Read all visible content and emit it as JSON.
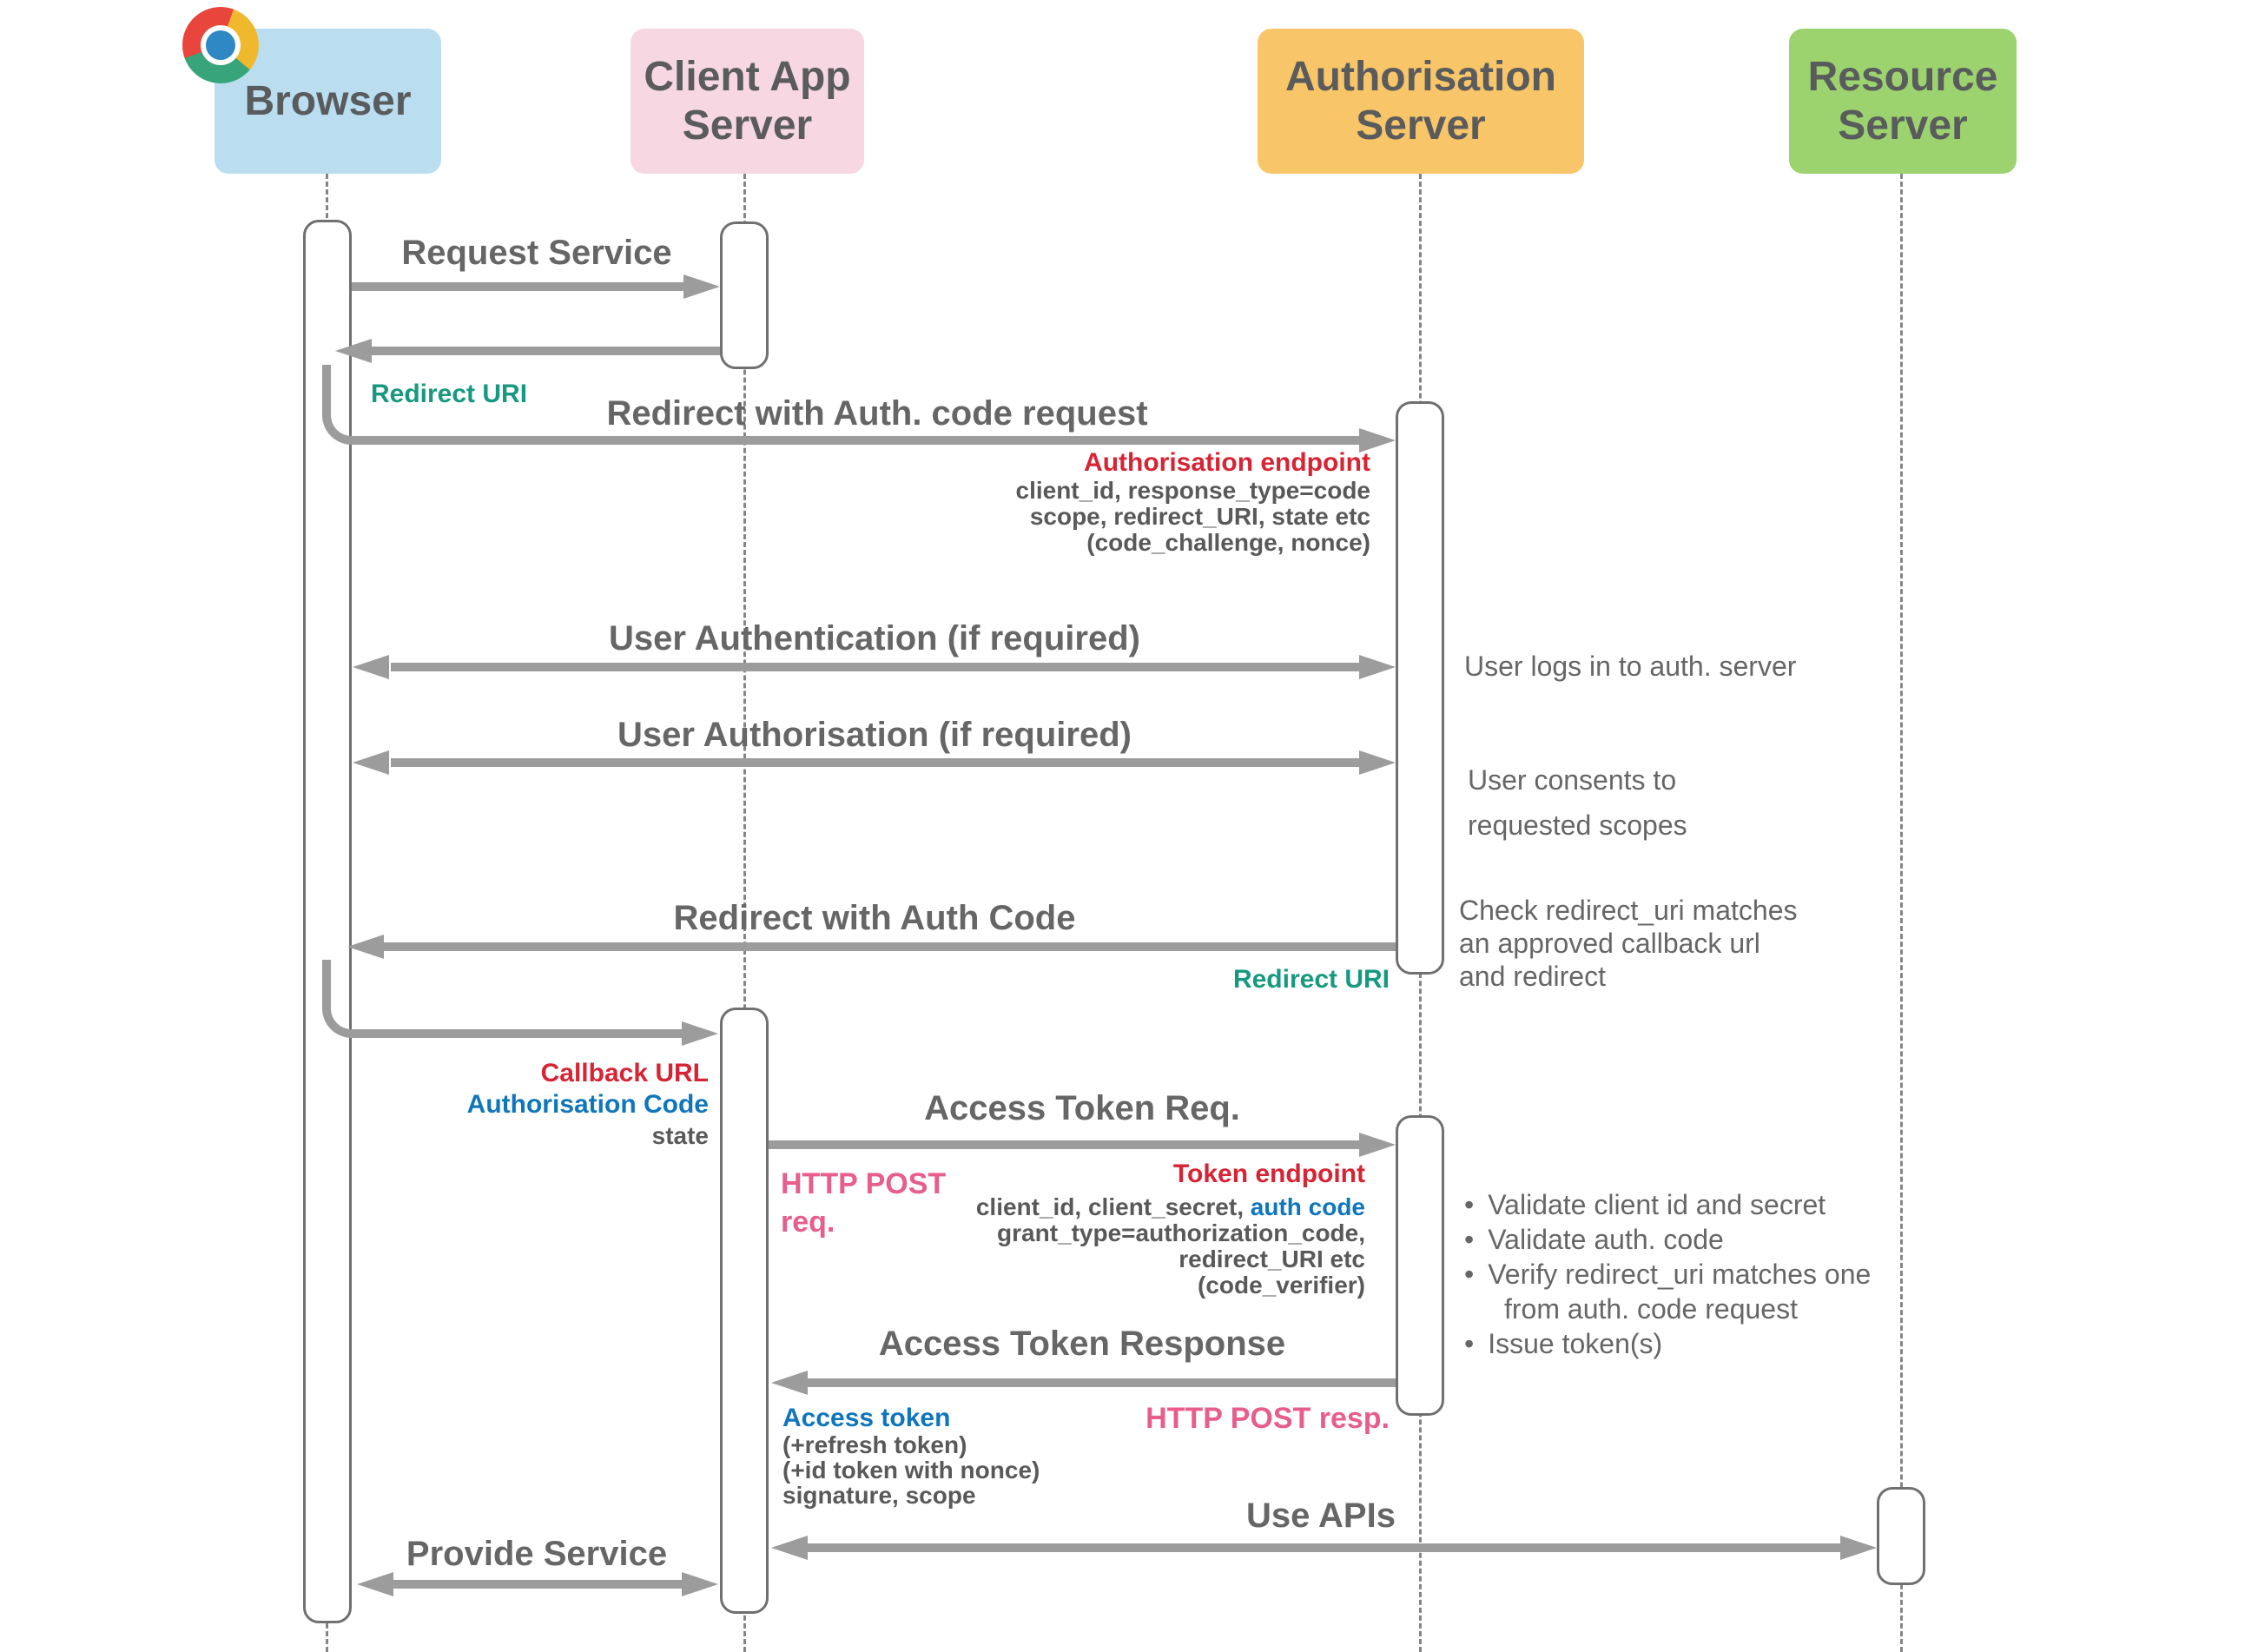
{
  "actors": {
    "browser": "Browser",
    "client_app_server": "Client App Server",
    "authorisation_server": "Authorisation Server",
    "resource_server": "Resource Server"
  },
  "colors": {
    "browser_fill": "#badef0",
    "client_fill": "#f7d7e2",
    "auth_fill": "#f8c569",
    "resource_fill": "#9cd36e",
    "arrow_gray": "#9c9c9c",
    "annotation_red": "#d62434",
    "annotation_green": "#17997f",
    "annotation_blue": "#0f76bc",
    "annotation_pink": "#e75d8c"
  },
  "messages": {
    "request_service": "Request Service",
    "redirect_uri": "Redirect URI",
    "redirect_auth_code_request": "Redirect with Auth. code request",
    "user_authentication": "User Authentication (if required)",
    "user_authorisation": "User Authorisation (if required)",
    "redirect_with_auth_code": "Redirect with Auth Code",
    "access_token_req": "Access Token Req.",
    "access_token_response": "Access Token Response",
    "use_apis": "Use APIs",
    "provide_service": "Provide Service"
  },
  "annotations": {
    "authorisation_endpoint": "Authorisation endpoint",
    "auth_endpoint_params": [
      "client_id, response_type=code",
      "scope, redirect_URI, state etc",
      "(code_challenge, nonce)"
    ],
    "redirect_uri_right": "Redirect URI",
    "callback_url": "Callback URL",
    "authorisation_code": "Authorisation Code",
    "state": "state",
    "http_post_req_line1": "HTTP POST",
    "http_post_req_line2": "req.",
    "token_endpoint": "Token endpoint",
    "token_params_prefix": "client_id, client_secret, ",
    "token_params_auth_code": "auth code",
    "token_params_lines": [
      "grant_type=authorization_code,",
      "redirect_URI etc",
      "(code_verifier)"
    ],
    "http_post_resp": "HTTP POST resp.",
    "access_token": "Access token",
    "access_token_lines": [
      "(+refresh token)",
      "(+id token with nonce)",
      "signature, scope"
    ]
  },
  "side_notes": {
    "user_logs_in": "User logs in to auth. server",
    "user_consents_line1": "User consents to",
    "user_consents_line2": "requested scopes",
    "check_redirect_lines": [
      "Check redirect_uri matches",
      "an approved callback url",
      "and redirect"
    ],
    "auth_bullets": [
      "Validate client id and secret",
      "Validate auth. code",
      "Verify redirect_uri matches one from auth. code request",
      "Issue token(s)"
    ]
  },
  "icons": {
    "browser_logo": "chrome-icon"
  }
}
